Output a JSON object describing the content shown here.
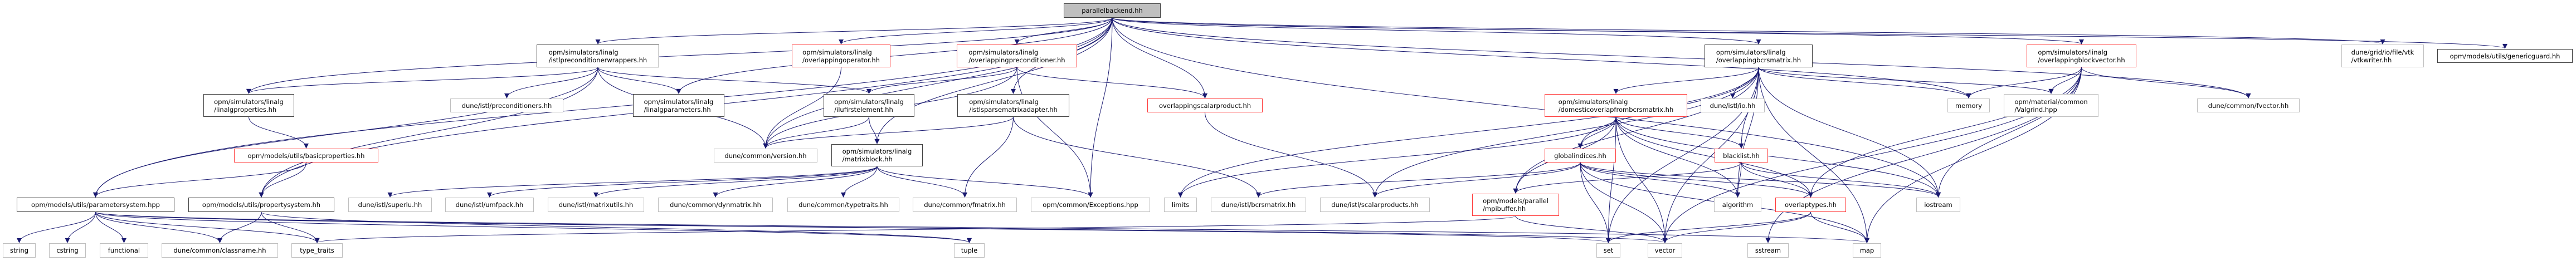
{
  "graph": {
    "title": "parallelbackend.hh",
    "edge_color": "#191970",
    "nodes": {
      "root": "parallelbackend.hh",
      "ipw": "opm/simulators/linalg\n/istlpreconditionerwrappers.hh",
      "oop": "opm/simulators/linalg\n/overlappingoperator.hh",
      "opc": "opm/simulators/linalg\n/overlappingpreconditioner.hh",
      "obm": "opm/simulators/linalg\n/overlappingbcrsmatrix.hh",
      "obv": "opm/simulators/linalg\n/overlappingblockvector.hh",
      "vtk": "dune/grid/io/file/vtk\n/vtkwriter.hh",
      "gg": "opm/models/utils/genericguard.hh",
      "lp": "opm/simulators/linalg\n/linalgproperties.hh",
      "pre": "dune/istl/preconditioners.hh",
      "lpar": "opm/simulators/linalg\n/linalgparameters.hh",
      "ilu": "opm/simulators/linalg\n/ilufirstelement.hh",
      "isa": "opm/simulators/linalg\n/istlsparsematrixadapter.hh",
      "osp": "overlappingscalarproduct.hh",
      "dom": "opm/simulators/linalg\n/domesticoverlapfrombcrsmatrix.hh",
      "io": "dune/istl/io.hh",
      "mem": "memory",
      "vg": "opm/material/common\n/Valgrind.hpp",
      "fv": "dune/common/fvector.hh",
      "bp": "opm/models/utils/basicproperties.hh",
      "ver": "dune/common/version.hh",
      "mb": "opm/simulators/linalg\n/matrixblock.hh",
      "gi": "globalindices.hh",
      "bl": "blacklist.hh",
      "ps": "opm/models/utils/parametersystem.hpp",
      "psys": "opm/models/utils/propertysystem.hh",
      "slu": "dune/istl/superlu.hh",
      "umf": "dune/istl/umfpack.hh",
      "mu": "dune/istl/matrixutils.hh",
      "dyn": "dune/common/dynmatrix.hh",
      "tt": "dune/common/typetraits.hh",
      "fm": "dune/common/fmatrix.hh",
      "exc": "opm/common/Exceptions.hpp",
      "lim": "limits",
      "bcrs": "dune/istl/bcrsmatrix.hh",
      "sp": "dune/istl/scalarproducts.hh",
      "mpi": "opm/models/parallel\n/mpibuffer.hh",
      "alg": "algorithm",
      "ot": "overlaptypes.hh",
      "ios": "iostream",
      "str": "string",
      "cstr": "cstring",
      "fun": "functional",
      "cn": "dune/common/classname.hh",
      "tt2": "type_traits",
      "tup": "tuple",
      "set": "set",
      "vec": "vector",
      "ss": "sstream",
      "map": "map"
    },
    "edges": [
      [
        "root",
        "ipw"
      ],
      [
        "root",
        "lp"
      ],
      [
        "root",
        "ps"
      ],
      [
        "root",
        "psys"
      ],
      [
        "root",
        "lpar"
      ],
      [
        "root",
        "ver"
      ],
      [
        "root",
        "oop"
      ],
      [
        "root",
        "opc"
      ],
      [
        "root",
        "isa"
      ],
      [
        "root",
        "mb"
      ],
      [
        "root",
        "exc"
      ],
      [
        "root",
        "osp"
      ],
      [
        "root",
        "obm"
      ],
      [
        "root",
        "obv"
      ],
      [
        "root",
        "mem"
      ],
      [
        "root",
        "fv"
      ],
      [
        "root",
        "vtk"
      ],
      [
        "root",
        "gg"
      ],
      [
        "root",
        "ios"
      ],
      [
        "ipw",
        "lp"
      ],
      [
        "ipw",
        "pre"
      ],
      [
        "ipw",
        "ps"
      ],
      [
        "ipw",
        "psys"
      ],
      [
        "ipw",
        "lpar"
      ],
      [
        "ipw",
        "ilu"
      ],
      [
        "ipw",
        "ver"
      ],
      [
        "lp",
        "bp"
      ],
      [
        "bp",
        "ps"
      ],
      [
        "bp",
        "psys"
      ],
      [
        "ps",
        "str"
      ],
      [
        "ps",
        "cstr"
      ],
      [
        "ps",
        "fun"
      ],
      [
        "ps",
        "cn"
      ],
      [
        "ps",
        "tt2"
      ],
      [
        "ps",
        "set"
      ],
      [
        "ps",
        "tup"
      ],
      [
        "ps",
        "map"
      ],
      [
        "ps",
        "vec"
      ],
      [
        "psys",
        "cn"
      ],
      [
        "psys",
        "tt2"
      ],
      [
        "psys",
        "tup"
      ],
      [
        "oop",
        "ver"
      ],
      [
        "opc",
        "ver"
      ],
      [
        "opc",
        "ilu"
      ],
      [
        "opc",
        "exc"
      ],
      [
        "opc",
        "osp"
      ],
      [
        "ilu",
        "ver"
      ],
      [
        "ilu",
        "mb"
      ],
      [
        "isa",
        "ver"
      ],
      [
        "isa",
        "fm"
      ],
      [
        "isa",
        "bcrs"
      ],
      [
        "mb",
        "slu"
      ],
      [
        "mb",
        "umf"
      ],
      [
        "mb",
        "mu"
      ],
      [
        "mb",
        "dyn"
      ],
      [
        "mb",
        "tt"
      ],
      [
        "mb",
        "fm"
      ],
      [
        "mb",
        "exc"
      ],
      [
        "osp",
        "sp"
      ],
      [
        "obm",
        "dom"
      ],
      [
        "obm",
        "io"
      ],
      [
        "obm",
        "bl"
      ],
      [
        "obm",
        "alg"
      ],
      [
        "obm",
        "ios"
      ],
      [
        "obm",
        "map"
      ],
      [
        "obm",
        "mem"
      ],
      [
        "obm",
        "vg"
      ],
      [
        "obm",
        "set"
      ],
      [
        "obm",
        "vec"
      ],
      [
        "obm",
        "gi"
      ],
      [
        "obm",
        "mpi"
      ],
      [
        "obm",
        "sp"
      ],
      [
        "obm",
        "lim"
      ],
      [
        "dom",
        "gi"
      ],
      [
        "dom",
        "mpi"
      ],
      [
        "dom",
        "bl"
      ],
      [
        "dom",
        "alg"
      ],
      [
        "dom",
        "set"
      ],
      [
        "dom",
        "vec"
      ],
      [
        "dom",
        "lim"
      ],
      [
        "dom",
        "ot"
      ],
      [
        "dom",
        "ios"
      ],
      [
        "gi",
        "bcrs"
      ],
      [
        "gi",
        "sp"
      ],
      [
        "gi",
        "set"
      ],
      [
        "gi",
        "vec"
      ],
      [
        "gi",
        "alg"
      ],
      [
        "gi",
        "ios"
      ],
      [
        "gi",
        "map"
      ],
      [
        "gi",
        "ot"
      ],
      [
        "bl",
        "mpi"
      ],
      [
        "bl",
        "alg"
      ],
      [
        "bl",
        "ot"
      ],
      [
        "bl",
        "ios"
      ],
      [
        "mpi",
        "vec"
      ],
      [
        "mpi",
        "tt2"
      ],
      [
        "ot",
        "set"
      ],
      [
        "ot",
        "vec"
      ],
      [
        "ot",
        "map"
      ],
      [
        "obv",
        "mem"
      ],
      [
        "obv",
        "vg"
      ],
      [
        "obv",
        "fv"
      ],
      [
        "obv",
        "ot"
      ],
      [
        "obv",
        "ios"
      ],
      [
        "obv",
        "map"
      ],
      [
        "obv",
        "vec"
      ],
      [
        "obv",
        "ss"
      ]
    ]
  }
}
